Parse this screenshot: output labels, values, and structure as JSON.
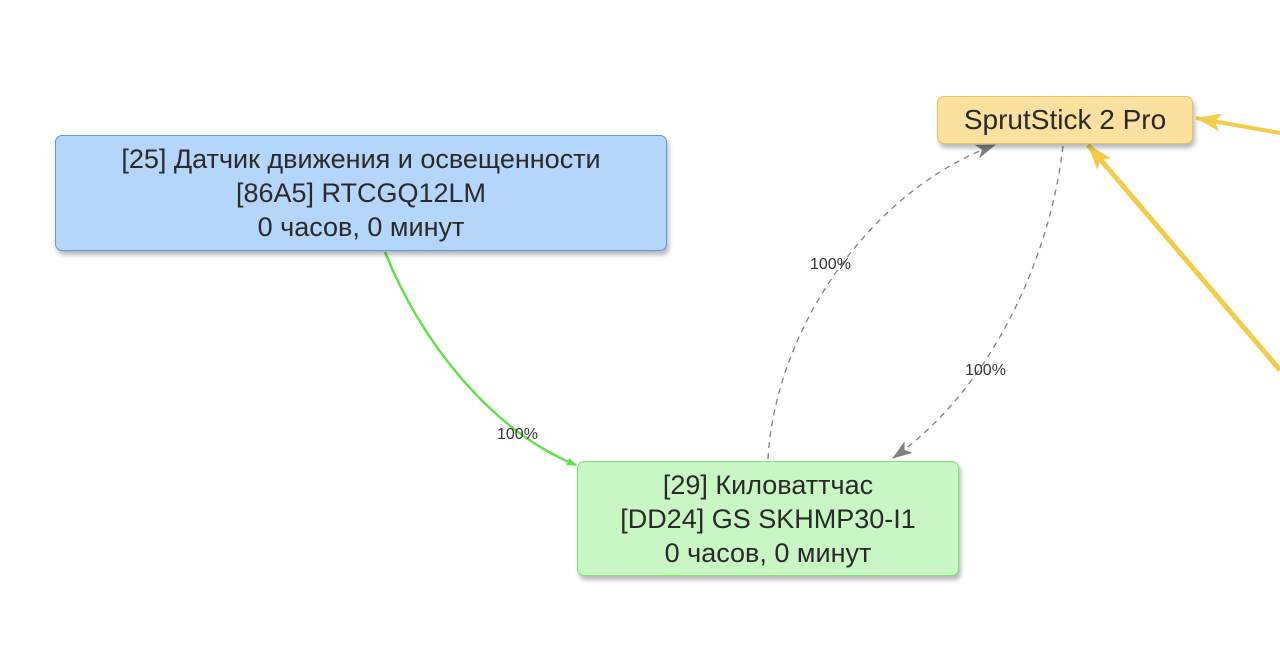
{
  "nodes": {
    "sensor": {
      "lines": [
        "[25] Датчик движения и освещенности",
        "[86A5] RTCGQ12LM",
        "0 часов, 0 минут"
      ],
      "color": "#b5d6fb"
    },
    "meter": {
      "lines": [
        "[29] Киловаттчас",
        "[DD24] GS SKHMP30-I1",
        "0 часов, 0 минут"
      ],
      "color": "#c8f7c4"
    },
    "coordinator": {
      "label": "SprutStick 2 Pro",
      "color": "#fbe0a0"
    }
  },
  "edges": [
    {
      "from": "sensor",
      "to": "meter",
      "label": "100%",
      "color": "#66e04a",
      "style": "solid"
    },
    {
      "from": "meter",
      "to": "coordinator",
      "label": "100%",
      "color": "#808080",
      "style": "dashed"
    },
    {
      "from": "coordinator",
      "to": "meter",
      "label": "100%",
      "color": "#808080",
      "style": "dashed"
    },
    {
      "from": "offscreen",
      "to": "coordinator",
      "color": "#f2cc4a",
      "style": "solid"
    },
    {
      "from": "offscreen",
      "to": "coordinator",
      "color": "#f2cc4a",
      "style": "solid"
    }
  ]
}
